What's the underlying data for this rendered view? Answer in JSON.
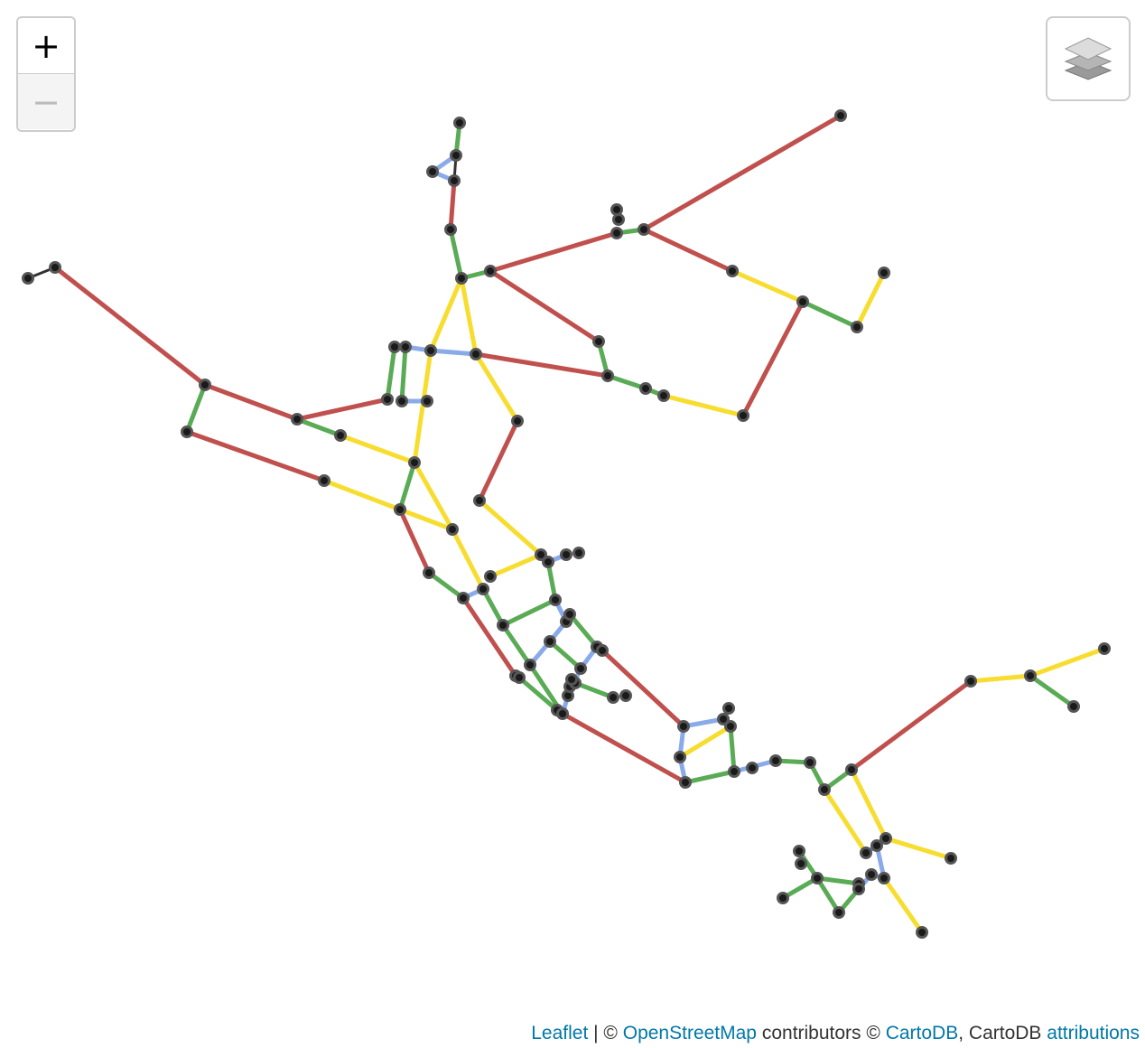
{
  "controls": {
    "zoom_in_label": "+",
    "zoom_out_label": "−",
    "zoom_out_disabled": true,
    "layers_icon": "layers-icon"
  },
  "attribution": {
    "leaflet": "Leaflet",
    "sep1": " | © ",
    "osm": "OpenStreetMap",
    "contributors": " contributors © ",
    "cartodb": "CartoDB",
    "sep2": ", CartoDB ",
    "attributions": "attributions"
  },
  "colors": {
    "red": "#c0504d",
    "green": "#5aab55",
    "yellow": "#f7dd2f",
    "blue": "#8aabea",
    "dark": "#333333",
    "node": "#1a1a1a"
  }
}
